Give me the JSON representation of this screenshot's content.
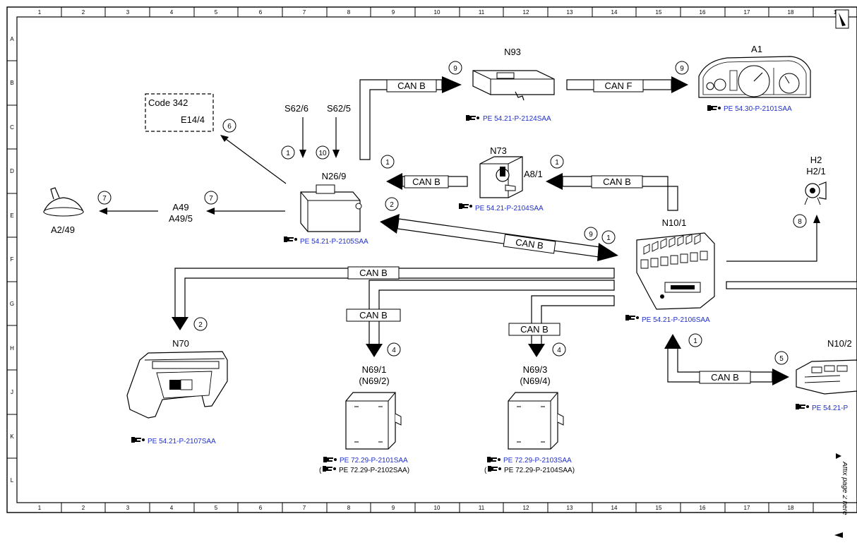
{
  "frame": {
    "col_labels": [
      "1",
      "2",
      "3",
      "4",
      "5",
      "6",
      "7",
      "8",
      "9",
      "10",
      "11",
      "12",
      "13",
      "14",
      "15",
      "16",
      "17",
      "18",
      "1"
    ],
    "row_labels": [
      "A",
      "B",
      "C",
      "D",
      "E",
      "F",
      "G",
      "H",
      "J",
      "K",
      "L"
    ]
  },
  "components": {
    "n93": "N93",
    "a1": "A1",
    "n73": "N73",
    "a8_1": "A8/1",
    "n26_9": "N26/9",
    "n10_1": "N10/1",
    "h2": "H2",
    "h2_1": "H2/1",
    "a2_49": "A2/49",
    "a49": "A49",
    "a49_5": "A49/5",
    "n70": "N70",
    "n69_1": "N69/1",
    "n69_2": "(N69/2)",
    "n69_3": "N69/3",
    "n69_4": "(N69/4)",
    "n10_2": "N10/2",
    "s62_6": "S62/6",
    "s62_5": "S62/5",
    "code_342": "Code 342",
    "e14_4": "E14/4"
  },
  "bus_labels": {
    "can_b": "CAN B",
    "can_f": "CAN F"
  },
  "references": {
    "n93": "PE 54.21-P-2124SAA",
    "a1": "PE 54.30-P-2101SAA",
    "n73": "PE 54.21-P-2104SAA",
    "n26_9": "PE 54.21-P-2105SAA",
    "n10_1": "PE 54.21-P-2106SAA",
    "n70": "PE 54.21-P-2107SAA",
    "n69_1": "PE 72.29-P-2101SAA",
    "n69_2": "PE 72.29-P-2102SAA)",
    "n69_3": "PE 72.29-P-2103SAA",
    "n69_4": "PE 72.29-P-2104SAA)",
    "n10_2": "PE 54.21-P"
  },
  "ref_open_paren": "(",
  "step_numbers": {
    "s9_n93": "9",
    "s9_a1": "9",
    "s6": "6",
    "s1_s62": "1",
    "s10": "10",
    "s1_n73": "1",
    "s1_n101": "1",
    "s7_a249": "7",
    "s7_a49": "7",
    "s2_n269": "2",
    "s9_canb": "9",
    "s1_canb": "1",
    "s8": "8",
    "s2_n70": "2",
    "s4_n691": "4",
    "s4_n693": "4",
    "s1_n101b": "1",
    "s5": "5"
  },
  "side_note": "Affix page 2 here"
}
